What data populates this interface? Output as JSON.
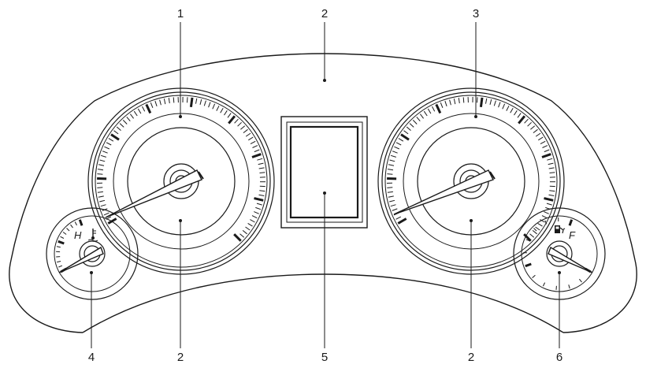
{
  "callouts": [
    {
      "id": "1",
      "text": "1"
    },
    {
      "id": "2a",
      "text": "2"
    },
    {
      "id": "3",
      "text": "3"
    },
    {
      "id": "4",
      "text": "4"
    },
    {
      "id": "2b",
      "text": "2"
    },
    {
      "id": "5",
      "text": "5"
    },
    {
      "id": "2c",
      "text": "2"
    },
    {
      "id": "6",
      "text": "6"
    }
  ],
  "gauge_glyphs": {
    "temp_hot": "H",
    "fuel_full": "F"
  },
  "icons": [
    "thermometer-icon",
    "fuel-pump-icon"
  ],
  "colors": {
    "line": "#1a1a1a",
    "background": "#ffffff"
  }
}
